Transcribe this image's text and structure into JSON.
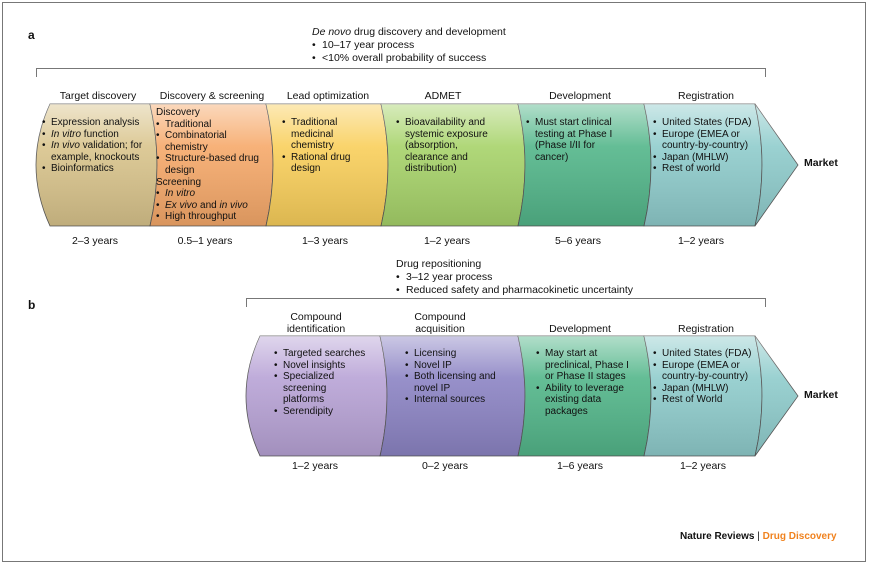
{
  "panel_a": {
    "label": "a",
    "header_title": "De novo drug discovery and development",
    "header_bullets": [
      "10–17 year process",
      "<10% overall probability of success"
    ],
    "market": "Market",
    "stages": [
      {
        "title": "Target discovery",
        "duration": "2–3 years",
        "color": "#d9c48c",
        "items": [
          "Expression analysis",
          "In vitro function",
          "In vivo validation; for example, knockouts",
          "Bioinformatics"
        ]
      },
      {
        "title": "Discovery & screening",
        "duration": "0.5–1 years",
        "color": "#f6a96a",
        "items": [
          "Discovery",
          "Traditional",
          "Combinatorial chemistry",
          "Structure-based drug design",
          "Screening",
          "In vitro",
          "Ex vivo and in vivo",
          "High throughput"
        ]
      },
      {
        "title": "Lead optimization",
        "duration": "1–3 years",
        "color": "#f9cf5b",
        "items": [
          "Traditional medicinal chemistry",
          "Rational drug design"
        ]
      },
      {
        "title": "ADMET",
        "duration": "1–2 years",
        "color": "#a7d36a",
        "items": [
          "Bioavailability and systemic exposure (absorption, clearance and distribution)"
        ]
      },
      {
        "title": "Development",
        "duration": "5–6 years",
        "color": "#53b68a",
        "items": [
          "Must start clinical testing at Phase I (Phase I/II for cancer)"
        ]
      },
      {
        "title": "Registration",
        "duration": "1–2 years",
        "color": "#8fcccc",
        "items": [
          "United States (FDA)",
          "Europe (EMEA or country-by-country)",
          "Japan (MHLW)",
          "Rest of world"
        ]
      }
    ]
  },
  "panel_b": {
    "label": "b",
    "header_title": "Drug repositioning",
    "header_bullets": [
      "3–12 year process",
      "Reduced safety and pharmacokinetic uncertainty"
    ],
    "market": "Market",
    "stages": [
      {
        "title": "Compound identification",
        "duration": "1–2 years",
        "color": "#b8a3d6",
        "items": [
          "Targeted searches",
          "Novel insights",
          "Specialized screening platforms",
          "Serendipity"
        ]
      },
      {
        "title": "Compound acquisition",
        "duration": "0–2 years",
        "color": "#8c84c4",
        "items": [
          "Licensing",
          "Novel IP",
          "Both licensing and novel IP",
          "Internal sources"
        ]
      },
      {
        "title": "Development",
        "duration": "1–6 years",
        "color": "#53b68a",
        "items": [
          "May start at preclinical, Phase I or Phase II stages",
          "Ability to leverage existing data packages"
        ]
      },
      {
        "title": "Registration",
        "duration": "1–2 years",
        "color": "#8fcccc",
        "items": [
          "United States (FDA)",
          "Europe (EMEA or country-by-country)",
          "Japan (MHLW)",
          "Rest of World"
        ]
      }
    ]
  },
  "credit": {
    "journal": "Nature Reviews",
    "separator": "|",
    "section": "Drug Discovery",
    "section_color": "#f0821e"
  }
}
